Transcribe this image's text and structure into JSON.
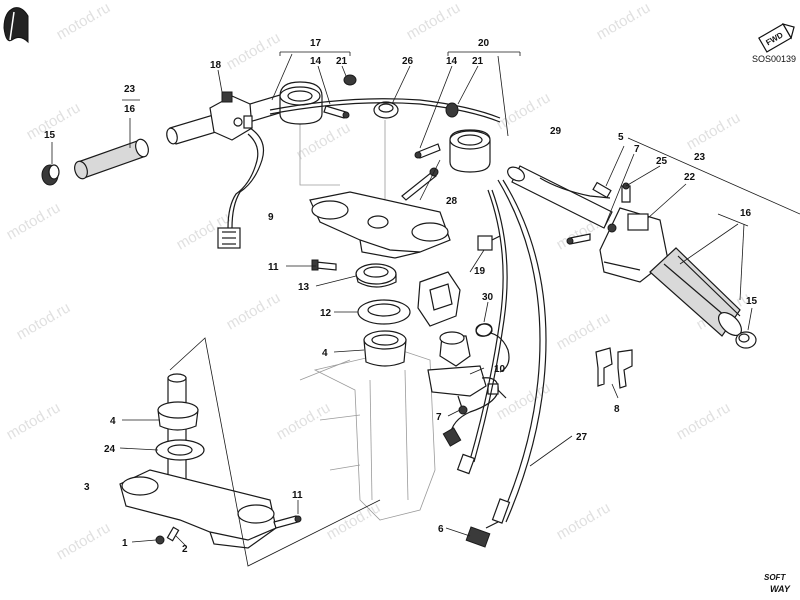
{
  "header": {
    "code": "SOS00139",
    "fwd_label": "FWD"
  },
  "footer": {
    "logo_top": "SOFT",
    "logo_bottom": "WAY"
  },
  "watermark": "motod.ru",
  "callouts": [
    {
      "id": "c-23-left",
      "text": "23"
    },
    {
      "id": "c-16-left",
      "text": "16"
    },
    {
      "id": "c-15-left",
      "text": "15"
    },
    {
      "id": "c-18",
      "text": "18"
    },
    {
      "id": "c-17",
      "text": "17"
    },
    {
      "id": "c-14-a",
      "text": "14"
    },
    {
      "id": "c-21-a",
      "text": "21"
    },
    {
      "id": "c-26",
      "text": "26"
    },
    {
      "id": "c-20",
      "text": "20"
    },
    {
      "id": "c-14-b",
      "text": "14"
    },
    {
      "id": "c-21-b",
      "text": "21"
    },
    {
      "id": "c-29",
      "text": "29"
    },
    {
      "id": "c-5",
      "text": "5"
    },
    {
      "id": "c-7-top",
      "text": "7"
    },
    {
      "id": "c-25",
      "text": "25"
    },
    {
      "id": "c-23-right",
      "text": "23"
    },
    {
      "id": "c-22",
      "text": "22"
    },
    {
      "id": "c-16-right",
      "text": "16"
    },
    {
      "id": "c-15-right",
      "text": "15"
    },
    {
      "id": "c-9",
      "text": "9"
    },
    {
      "id": "c-28",
      "text": "28"
    },
    {
      "id": "c-11-top",
      "text": "11"
    },
    {
      "id": "c-13",
      "text": "13"
    },
    {
      "id": "c-19",
      "text": "19"
    },
    {
      "id": "c-30",
      "text": "30"
    },
    {
      "id": "c-12",
      "text": "12"
    },
    {
      "id": "c-4-mid",
      "text": "4"
    },
    {
      "id": "c-10",
      "text": "10"
    },
    {
      "id": "c-8",
      "text": "8"
    },
    {
      "id": "c-7-bottom",
      "text": "7"
    },
    {
      "id": "c-4-low",
      "text": "4"
    },
    {
      "id": "c-24",
      "text": "24"
    },
    {
      "id": "c-3",
      "text": "3"
    },
    {
      "id": "c-11-bottom",
      "text": "11"
    },
    {
      "id": "c-1",
      "text": "1"
    },
    {
      "id": "c-2",
      "text": "2"
    },
    {
      "id": "c-27",
      "text": "27"
    },
    {
      "id": "c-6",
      "text": "6"
    }
  ]
}
